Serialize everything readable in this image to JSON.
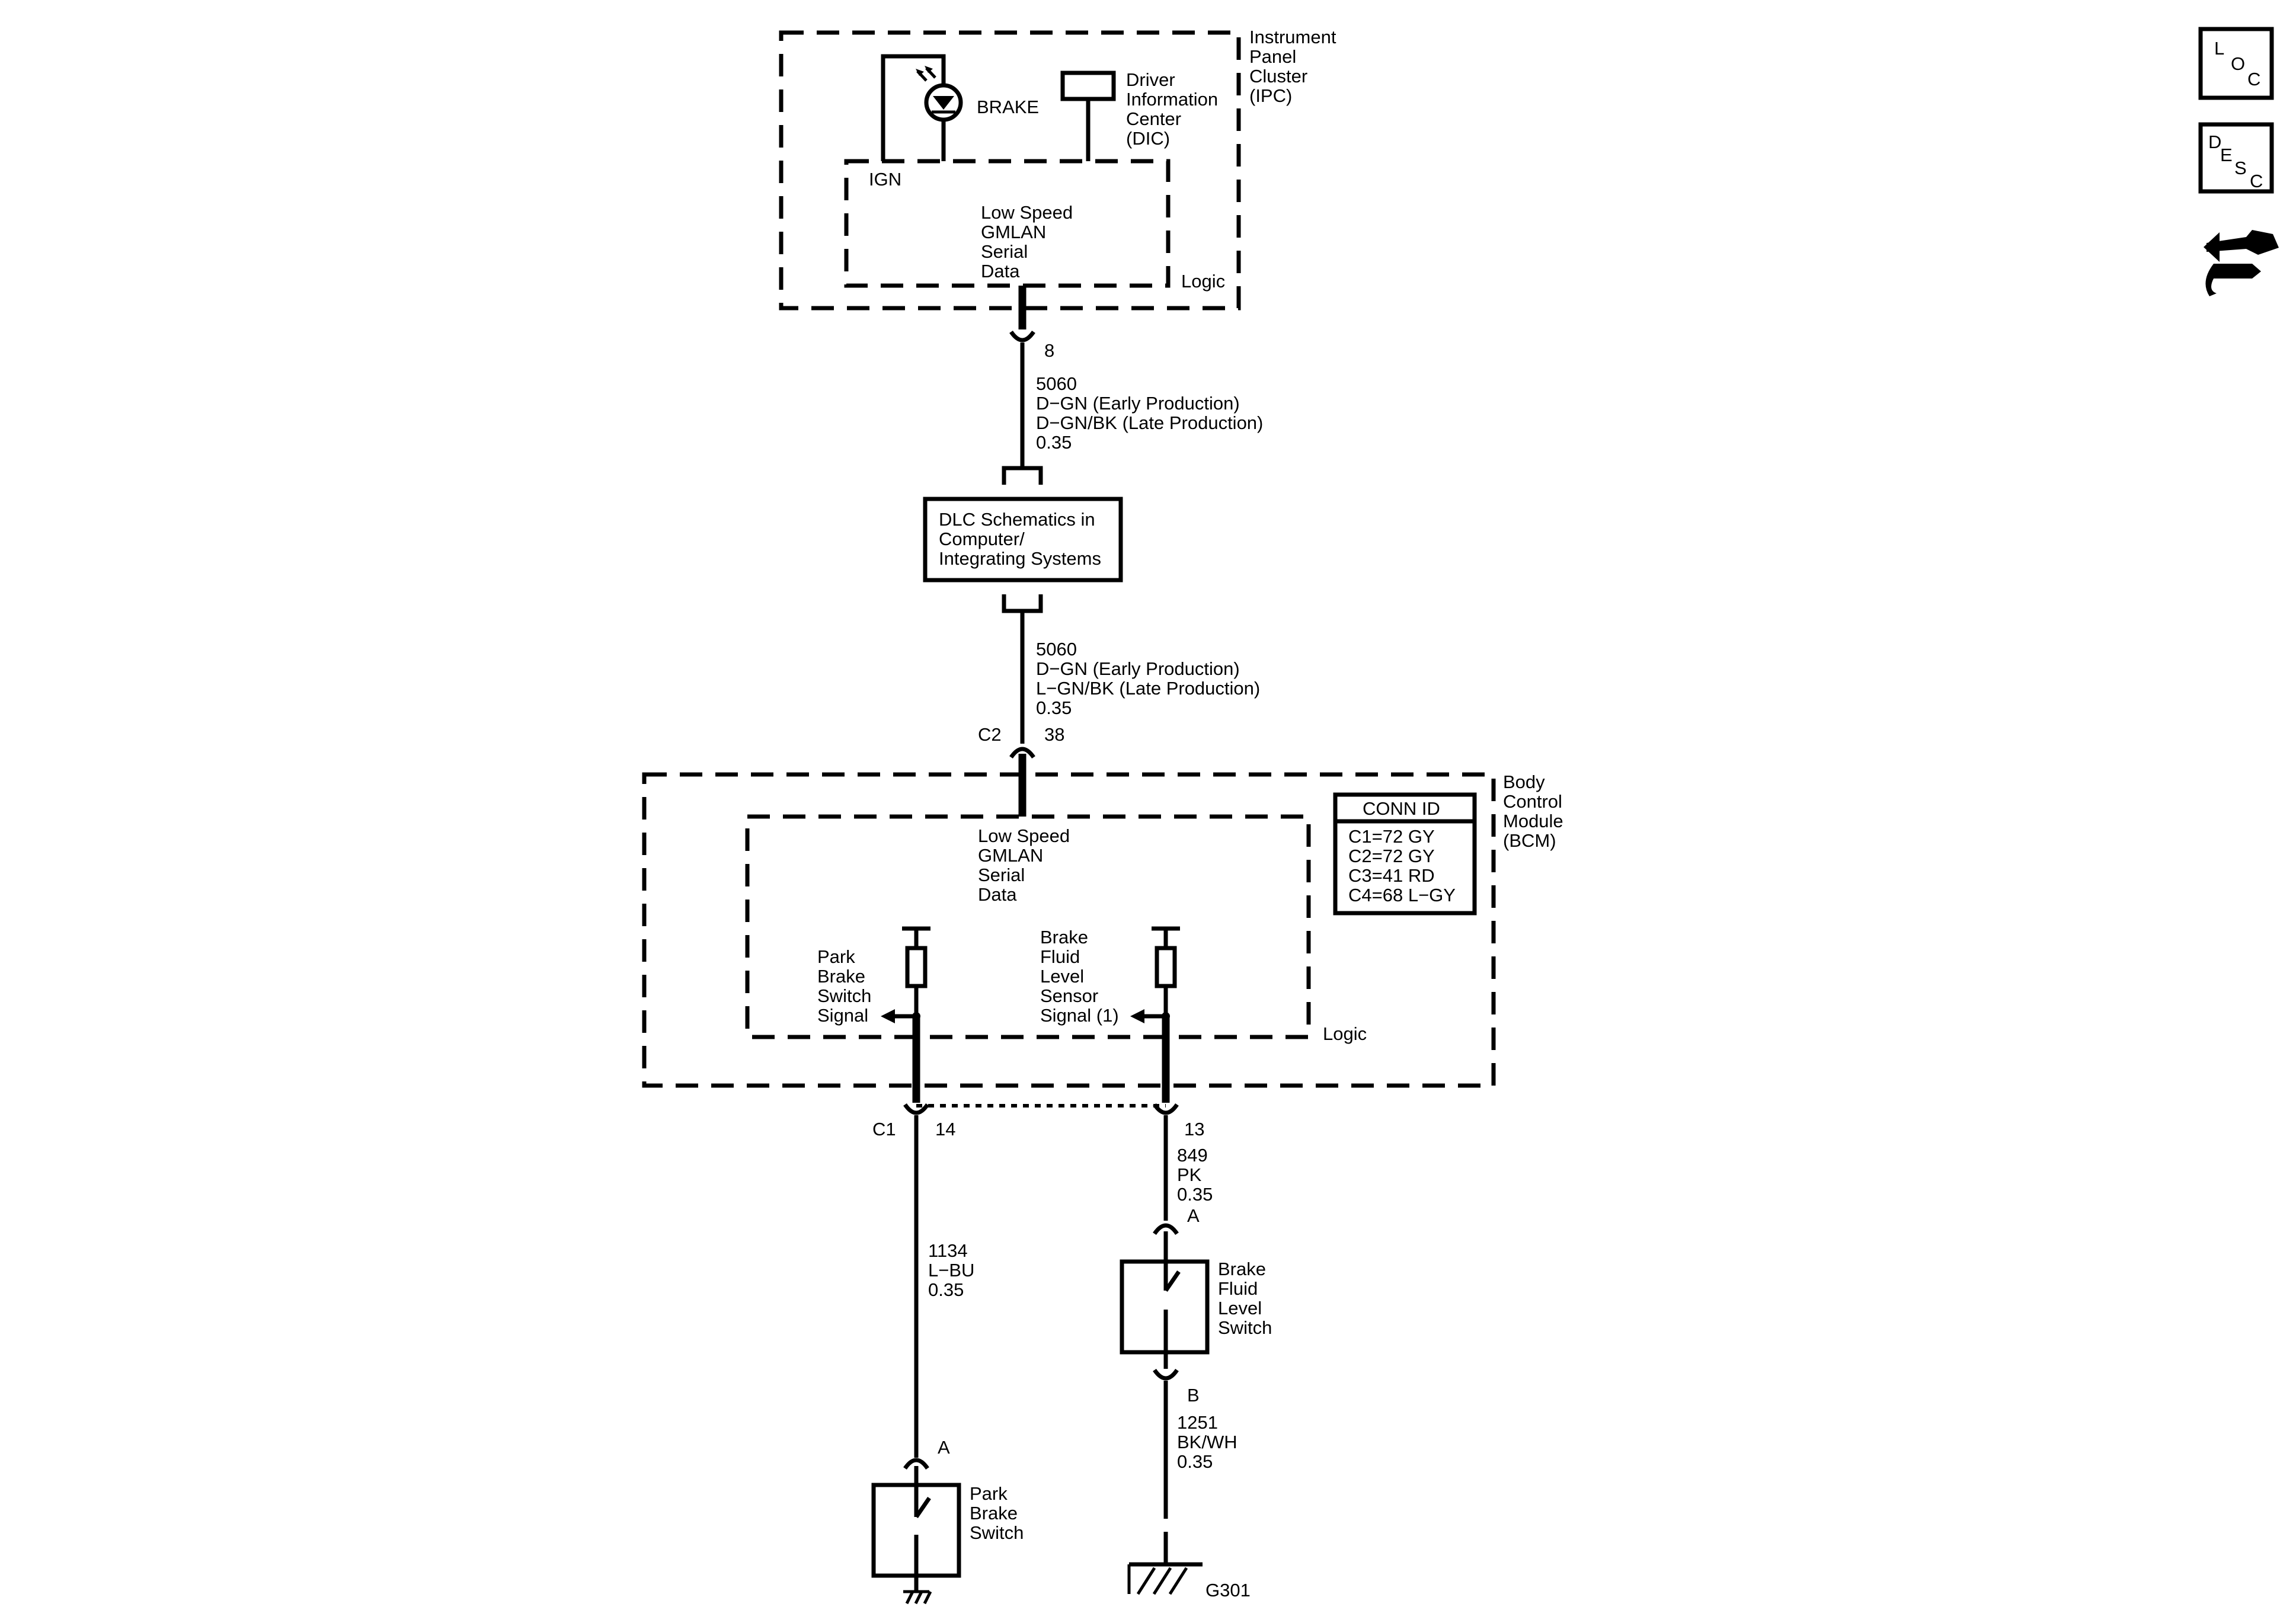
{
  "ipc": {
    "title": [
      "Instrument",
      "Panel",
      "Cluster",
      "(IPC)"
    ],
    "brake": "BRAKE",
    "dic": [
      "Driver",
      "Information",
      "Center",
      "(DIC)"
    ],
    "ign": "IGN",
    "serial": [
      "Low Speed",
      "GMLAN",
      "Serial",
      "Data"
    ],
    "logic": "Logic",
    "pin": "8"
  },
  "wire_top": [
    "5060",
    "D−GN (Early Production)",
    "D−GN/BK (Late Production)",
    "0.35"
  ],
  "dlc": [
    "DLC Schematics in",
    "Computer/",
    "Integrating Systems"
  ],
  "wire_mid": [
    "5060",
    "D−GN (Early Production)",
    "L−GN/BK (Late Production)",
    "0.35"
  ],
  "bcm_conn": {
    "connector": "C2",
    "pin": "38"
  },
  "bcm": {
    "title": [
      "Body",
      "Control",
      "Module",
      "(BCM)"
    ],
    "serial": [
      "Low Speed",
      "GMLAN",
      "Serial",
      "Data"
    ],
    "park_signal": [
      "Park",
      "Brake",
      "Switch",
      "Signal"
    ],
    "fluid_signal": [
      "Brake",
      "Fluid",
      "Level",
      "Sensor",
      "Signal (1)"
    ],
    "logic": "Logic",
    "conn_id": {
      "header": "CONN ID",
      "rows": [
        "C1=72 GY",
        "C2=72 GY",
        "C3=41 RD",
        "C4=68 L−GY"
      ]
    }
  },
  "c1": {
    "connector": "C1",
    "pin_left": "14",
    "pin_right": "13"
  },
  "wire_left": [
    "1134",
    "L−BU",
    "0.35"
  ],
  "wire_right": [
    "849",
    "PK",
    "0.35"
  ],
  "fluid_switch": {
    "pin_a": "A",
    "label": [
      "Brake",
      "Fluid",
      "Level",
      "Switch"
    ],
    "pin_b": "B"
  },
  "wire_ground": [
    "1251",
    "BK/WH",
    "0.35"
  ],
  "park_switch": {
    "pin_a": "A",
    "label": [
      "Park",
      "Brake",
      "Switch"
    ]
  },
  "ground": "G301",
  "side_icons": {
    "loc": [
      "L",
      "O",
      "C"
    ],
    "desc": [
      "D",
      "E",
      "S",
      "C"
    ],
    "repair_icon": "repair-procedure-icon"
  }
}
